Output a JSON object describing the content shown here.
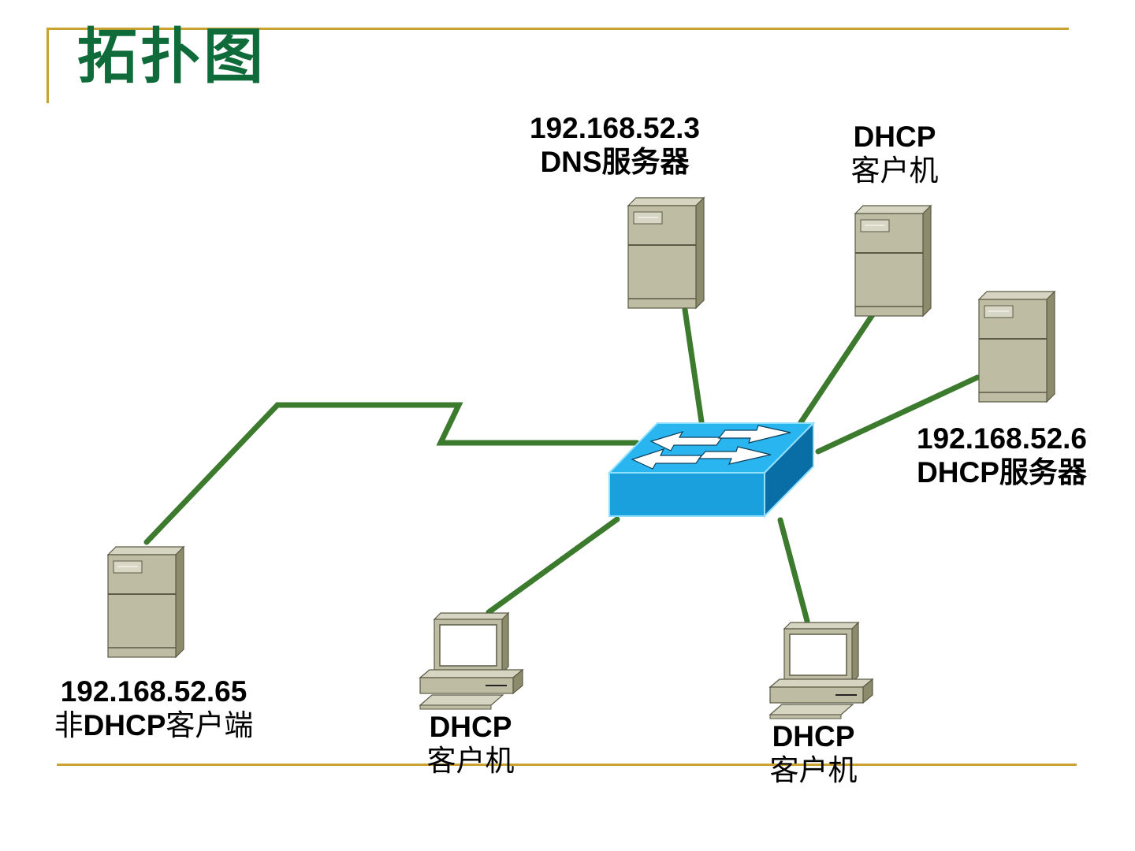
{
  "slide": {
    "title": "拓扑图",
    "accent_color": "#c9a232",
    "title_color": "#0f6b3a",
    "link_color": "#3c7a2e"
  },
  "nodes": {
    "dns_server": {
      "type": "server",
      "ip": "192.168.52.3",
      "role": "DNS服务器"
    },
    "dhcp_client_top": {
      "type": "server",
      "line1": "DHCP",
      "line2": "客户机"
    },
    "dhcp_server": {
      "type": "server",
      "ip": "192.168.52.6",
      "role": "DHCP服务器"
    },
    "non_dhcp_client": {
      "type": "server",
      "ip": "192.168.52.65",
      "role_prefix": "非",
      "role_bold": "DHCP",
      "role_suffix": "客户端"
    },
    "dhcp_client_mid": {
      "type": "workstation",
      "line1": "DHCP",
      "line2": "客户机"
    },
    "dhcp_client_right": {
      "type": "workstation",
      "line1": "DHCP",
      "line2": "客户机"
    },
    "switch": {
      "type": "switch",
      "color": "#1aa0dc"
    }
  },
  "links": [
    {
      "from": "switch",
      "to": "dns_server",
      "kind": "ethernet"
    },
    {
      "from": "switch",
      "to": "dhcp_client_top",
      "kind": "ethernet"
    },
    {
      "from": "switch",
      "to": "dhcp_server",
      "kind": "ethernet"
    },
    {
      "from": "switch",
      "to": "dhcp_client_mid",
      "kind": "ethernet"
    },
    {
      "from": "switch",
      "to": "dhcp_client_right",
      "kind": "ethernet"
    },
    {
      "from": "switch",
      "to": "non_dhcp_client",
      "kind": "serial"
    }
  ]
}
